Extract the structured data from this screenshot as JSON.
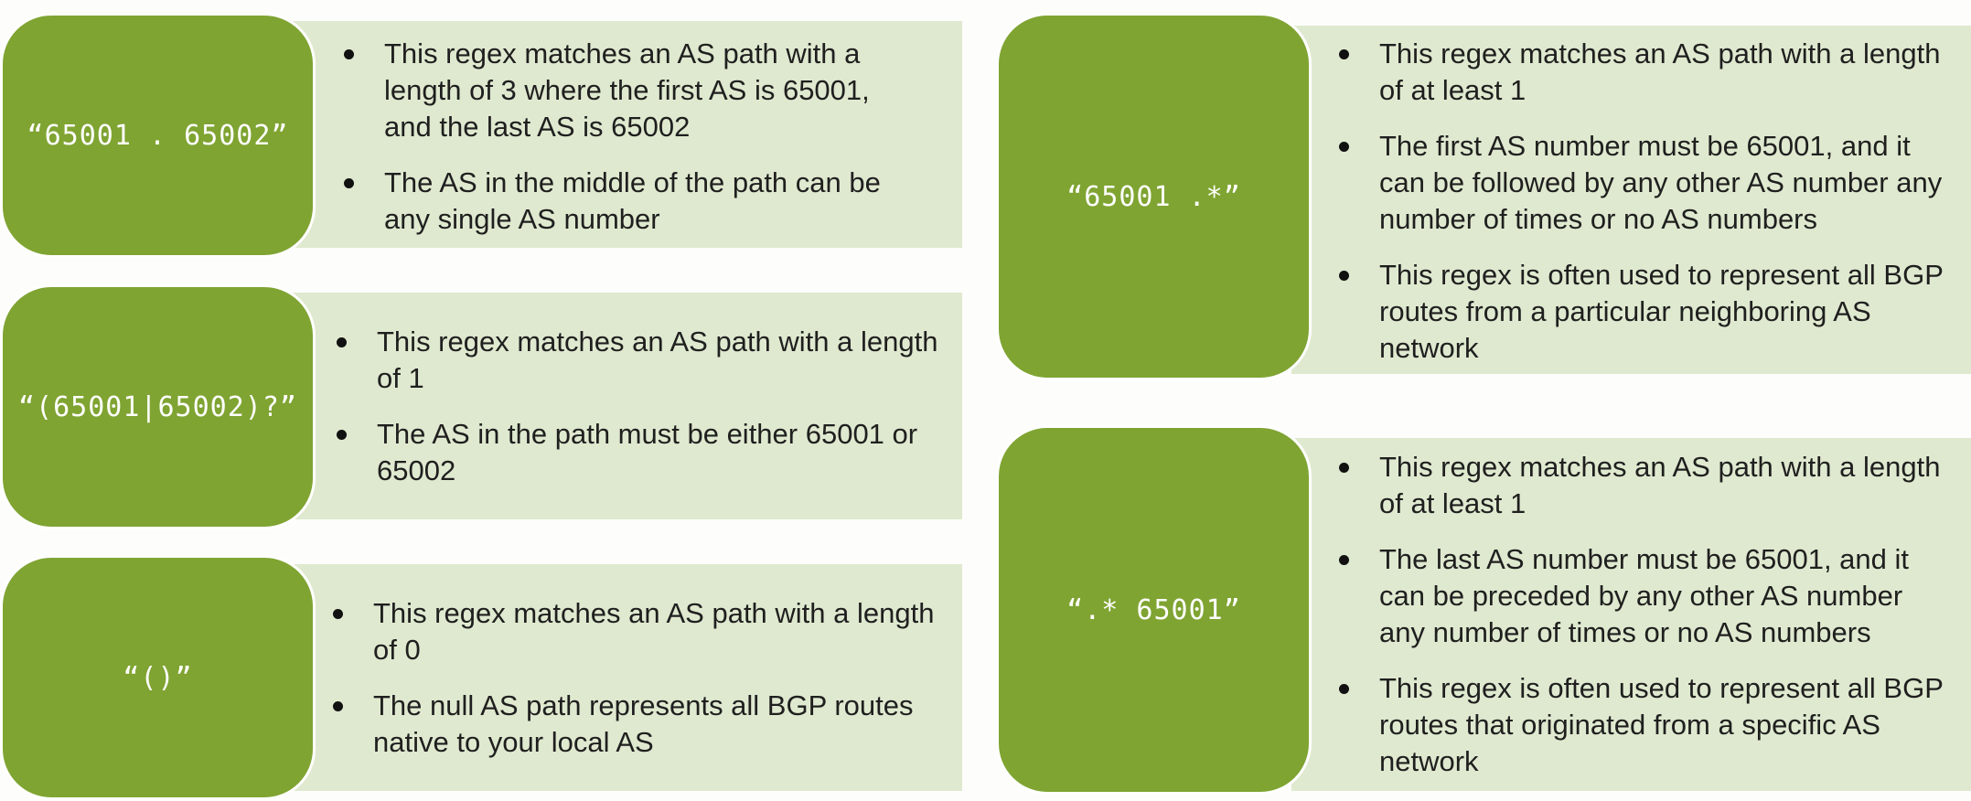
{
  "cards": [
    {
      "regex": "“65001 . 65002”",
      "bullets": [
        "This regex matches an AS path with a length of 3 where the first AS is 65001, and the last AS is 65002",
        "The AS in the middle of the path can be any single AS number"
      ]
    },
    {
      "regex": "“(65001|65002)?”",
      "bullets": [
        "This regex matches an AS path with a length of 1",
        "The AS in the path must be either 65001 or 65002"
      ]
    },
    {
      "regex": "“()”",
      "bullets": [
        "This regex matches an AS path with a length of 0",
        "The null AS path represents all BGP routes native to your local AS"
      ]
    },
    {
      "regex": "“65001 .*”",
      "bullets": [
        "This regex matches an AS path with a length of at least 1",
        "The first AS number must be 65001, and it can be followed by any other AS number any number of times or no AS numbers",
        "This regex is often used to represent all BGP routes from a particular neighboring AS network"
      ]
    },
    {
      "regex": "“.* 65001”",
      "bullets": [
        "This regex matches an AS path with a length of at least 1",
        "The last AS number must be 65001, and it can be preceded by any other AS number any number of times or no AS numbers",
        "This regex is often used to represent all BGP routes that originated from a specific AS network"
      ]
    }
  ],
  "colors": {
    "tile": "#7fa432",
    "panel": "#dfe9cf",
    "tile_text": "#ffffff",
    "body_text": "#1f1f1f"
  }
}
